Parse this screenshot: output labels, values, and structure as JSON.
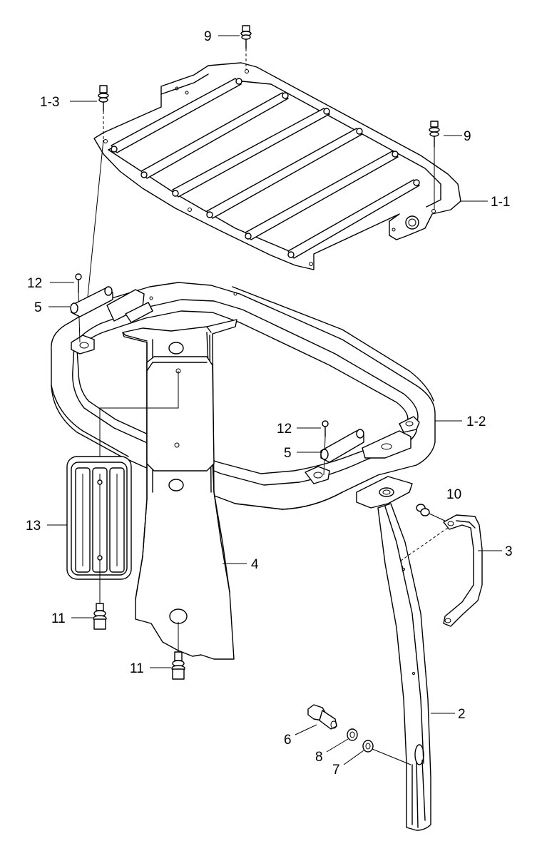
{
  "labels": {
    "p9_top": "9",
    "p1_3": "1-3",
    "p9_right": "9",
    "p1_1": "1-1",
    "p12_left": "12",
    "p5_left": "5",
    "p1_2": "1-2",
    "p12_mid": "12",
    "p5_mid": "5",
    "p10": "10",
    "p3": "3",
    "p13": "13",
    "p4": "4",
    "p11_left": "11",
    "p11_mid": "11",
    "p2": "2",
    "p6": "6",
    "p8": "8",
    "p7": "7"
  }
}
